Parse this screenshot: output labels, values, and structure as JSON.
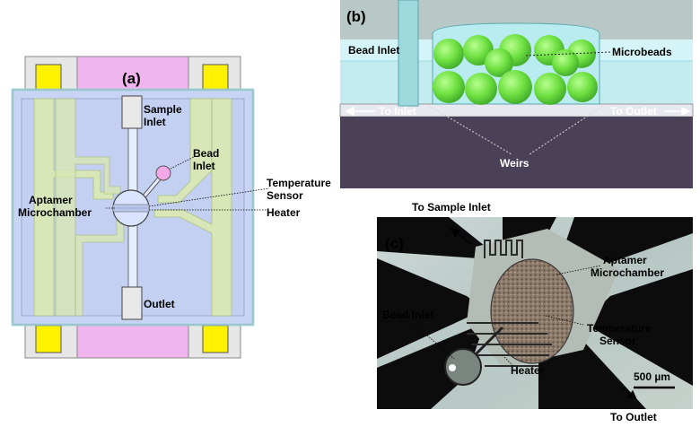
{
  "panels": {
    "a": {
      "label": "(a)",
      "sample_inlet": [
        "Sample",
        "Inlet"
      ],
      "bead_inlet": [
        "Bead",
        "Inlet"
      ],
      "temperature_sensor": [
        "Temperature",
        "Sensor"
      ],
      "aptamer_microchamber": [
        "Aptamer",
        "Microchamber"
      ],
      "heater": "Heater",
      "outlet": "Outlet"
    },
    "b": {
      "label": "(b)",
      "bead_inlet": "Bead Inlet",
      "microbeads": "Microbeads",
      "to_inlet": "To Inlet",
      "to_outlet": "To Outlet",
      "weirs": "Weirs"
    },
    "c": {
      "label": "(c)",
      "to_sample_inlet": "To Sample Inlet",
      "aptamer_microchamber": [
        "Aptamer",
        "Microchamber"
      ],
      "bead_inlet": "Bead Inlet",
      "temperature_sensor": [
        "Temperature",
        "Sensor"
      ],
      "heater": "Heater",
      "scale_bar": "500 µm",
      "to_outlet": "To Outlet"
    }
  },
  "colors": {
    "device_blue": "#c8d4f4",
    "electrode_green": "#d8e6b8",
    "pad_pink": "#f0b4ee",
    "pad_yellow": "#fff200",
    "bead_green": "#6ee040",
    "substrate_purple": "#4a4158",
    "channel_cyan": "#d4f4f8"
  }
}
